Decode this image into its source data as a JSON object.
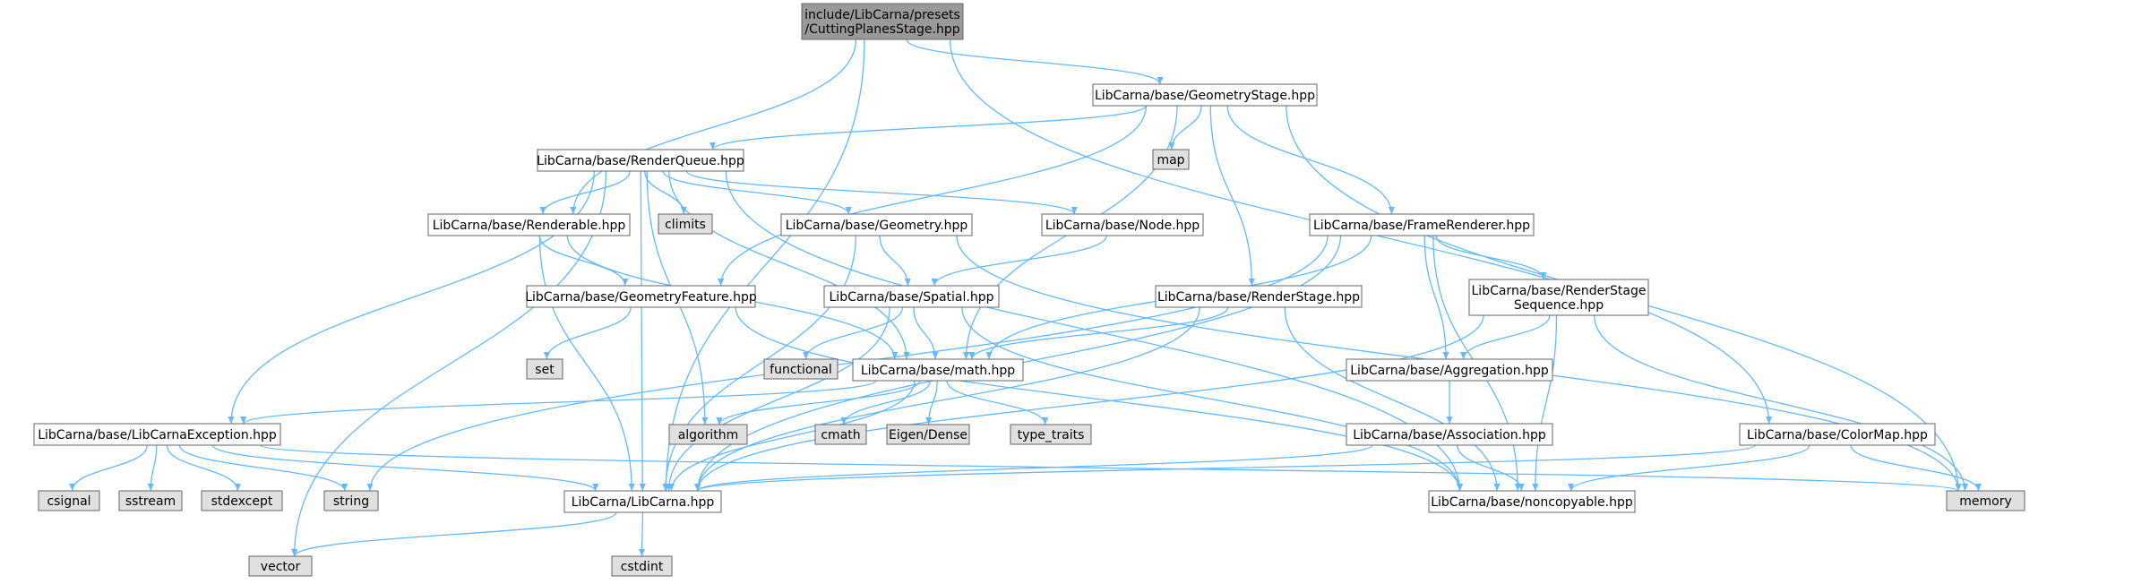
{
  "colors": {
    "edge": "#63b8ff",
    "root_fill": "#999999",
    "file_fill": "#ffffff",
    "external_fill": "#e0e0e0",
    "border": "#666666"
  },
  "nodes": {
    "root": {
      "lines": [
        "include/LibCarna/presets",
        "/CuttingPlanesStage.hpp"
      ],
      "kind": "root"
    },
    "geometrystage": {
      "lines": [
        "LibCarna/base/GeometryStage.hpp"
      ],
      "kind": "file"
    },
    "renderqueue": {
      "lines": [
        "LibCarna/base/RenderQueue.hpp"
      ],
      "kind": "file"
    },
    "map": {
      "lines": [
        "map"
      ],
      "kind": "external"
    },
    "renderable": {
      "lines": [
        "LibCarna/base/Renderable.hpp"
      ],
      "kind": "file"
    },
    "climits": {
      "lines": [
        "climits"
      ],
      "kind": "external"
    },
    "geometry": {
      "lines": [
        "LibCarna/base/Geometry.hpp"
      ],
      "kind": "file"
    },
    "node": {
      "lines": [
        "LibCarna/base/Node.hpp"
      ],
      "kind": "file"
    },
    "framerenderer": {
      "lines": [
        "LibCarna/base/FrameRenderer.hpp"
      ],
      "kind": "file"
    },
    "geometryfeature": {
      "lines": [
        "LibCarna/base/GeometryFeature.hpp"
      ],
      "kind": "file"
    },
    "spatial": {
      "lines": [
        "LibCarna/base/Spatial.hpp"
      ],
      "kind": "file"
    },
    "renderstage": {
      "lines": [
        "LibCarna/base/RenderStage.hpp"
      ],
      "kind": "file"
    },
    "renderstageseq": {
      "lines": [
        "LibCarna/base/RenderStage",
        "Sequence.hpp"
      ],
      "kind": "file"
    },
    "set": {
      "lines": [
        "set"
      ],
      "kind": "external"
    },
    "functional": {
      "lines": [
        "functional"
      ],
      "kind": "external"
    },
    "math": {
      "lines": [
        "LibCarna/base/math.hpp"
      ],
      "kind": "file"
    },
    "aggregation": {
      "lines": [
        "LibCarna/base/Aggregation.hpp"
      ],
      "kind": "file"
    },
    "libcarnaexception": {
      "lines": [
        "LibCarna/base/LibCarnaException.hpp"
      ],
      "kind": "file"
    },
    "algorithm": {
      "lines": [
        "algorithm"
      ],
      "kind": "external"
    },
    "cmath": {
      "lines": [
        "cmath"
      ],
      "kind": "external"
    },
    "eigendense": {
      "lines": [
        "Eigen/Dense"
      ],
      "kind": "external"
    },
    "type_traits": {
      "lines": [
        "type_traits"
      ],
      "kind": "external"
    },
    "association": {
      "lines": [
        "LibCarna/base/Association.hpp"
      ],
      "kind": "file"
    },
    "colormap": {
      "lines": [
        "LibCarna/base/ColorMap.hpp"
      ],
      "kind": "file"
    },
    "csignal": {
      "lines": [
        "csignal"
      ],
      "kind": "external"
    },
    "sstream": {
      "lines": [
        "sstream"
      ],
      "kind": "external"
    },
    "stdexcept": {
      "lines": [
        "stdexcept"
      ],
      "kind": "external"
    },
    "string": {
      "lines": [
        "string"
      ],
      "kind": "external"
    },
    "libcarna": {
      "lines": [
        "LibCarna/LibCarna.hpp"
      ],
      "kind": "file"
    },
    "noncopyable": {
      "lines": [
        "LibCarna/base/noncopyable.hpp"
      ],
      "kind": "file"
    },
    "memory": {
      "lines": [
        "memory"
      ],
      "kind": "external"
    },
    "vector": {
      "lines": [
        "vector"
      ],
      "kind": "external"
    },
    "cstdint": {
      "lines": [
        "cstdint"
      ],
      "kind": "external"
    }
  },
  "edges": [
    [
      "root",
      "geometrystage"
    ],
    [
      "root",
      "renderable"
    ],
    [
      "root",
      "libcarna"
    ],
    [
      "root",
      "colormap"
    ],
    [
      "geometrystage",
      "renderqueue"
    ],
    [
      "geometrystage",
      "map"
    ],
    [
      "geometrystage",
      "framerenderer"
    ],
    [
      "geometrystage",
      "geometryfeature"
    ],
    [
      "geometrystage",
      "renderstage"
    ],
    [
      "geometrystage",
      "math"
    ],
    [
      "geometrystage",
      "memory"
    ],
    [
      "renderqueue",
      "renderable"
    ],
    [
      "renderqueue",
      "climits"
    ],
    [
      "renderqueue",
      "geometry"
    ],
    [
      "renderqueue",
      "node"
    ],
    [
      "renderqueue",
      "math"
    ],
    [
      "renderqueue",
      "libcarnaexception"
    ],
    [
      "renderqueue",
      "algorithm"
    ],
    [
      "renderqueue",
      "libcarna"
    ],
    [
      "renderqueue",
      "noncopyable"
    ],
    [
      "renderqueue",
      "vector"
    ],
    [
      "renderable",
      "geometryfeature"
    ],
    [
      "renderable",
      "math"
    ],
    [
      "renderable",
      "libcarna"
    ],
    [
      "geometry",
      "spatial"
    ],
    [
      "geometry",
      "libcarna"
    ],
    [
      "geometry",
      "memory"
    ],
    [
      "node",
      "spatial"
    ],
    [
      "framerenderer",
      "renderstageseq"
    ],
    [
      "framerenderer",
      "aggregation"
    ],
    [
      "framerenderer",
      "math"
    ],
    [
      "framerenderer",
      "libcarna"
    ],
    [
      "framerenderer",
      "noncopyable"
    ],
    [
      "framerenderer",
      "string"
    ],
    [
      "geometryfeature",
      "set"
    ],
    [
      "geometryfeature",
      "noncopyable"
    ],
    [
      "spatial",
      "functional"
    ],
    [
      "spatial",
      "math"
    ],
    [
      "spatial",
      "libcarna"
    ],
    [
      "spatial",
      "noncopyable"
    ],
    [
      "renderstage",
      "math"
    ],
    [
      "renderstage",
      "libcarna"
    ],
    [
      "renderstage",
      "noncopyable"
    ],
    [
      "renderstageseq",
      "aggregation"
    ],
    [
      "renderstageseq",
      "libcarna"
    ],
    [
      "renderstageseq",
      "noncopyable"
    ],
    [
      "renderstageseq",
      "memory"
    ],
    [
      "aggregation",
      "association"
    ],
    [
      "association",
      "libcarna"
    ],
    [
      "association",
      "noncopyable"
    ],
    [
      "math",
      "libcarnaexception"
    ],
    [
      "math",
      "algorithm"
    ],
    [
      "math",
      "cmath"
    ],
    [
      "math",
      "eigendense"
    ],
    [
      "math",
      "type_traits"
    ],
    [
      "math",
      "libcarna"
    ],
    [
      "libcarnaexception",
      "csignal"
    ],
    [
      "libcarnaexception",
      "sstream"
    ],
    [
      "libcarnaexception",
      "stdexcept"
    ],
    [
      "libcarnaexception",
      "string"
    ],
    [
      "libcarnaexception",
      "libcarna"
    ],
    [
      "libcarnaexception",
      "memory"
    ],
    [
      "colormap",
      "libcarna"
    ],
    [
      "colormap",
      "noncopyable"
    ],
    [
      "colormap",
      "memory"
    ],
    [
      "libcarna",
      "vector"
    ],
    [
      "libcarna",
      "cstdint"
    ]
  ]
}
